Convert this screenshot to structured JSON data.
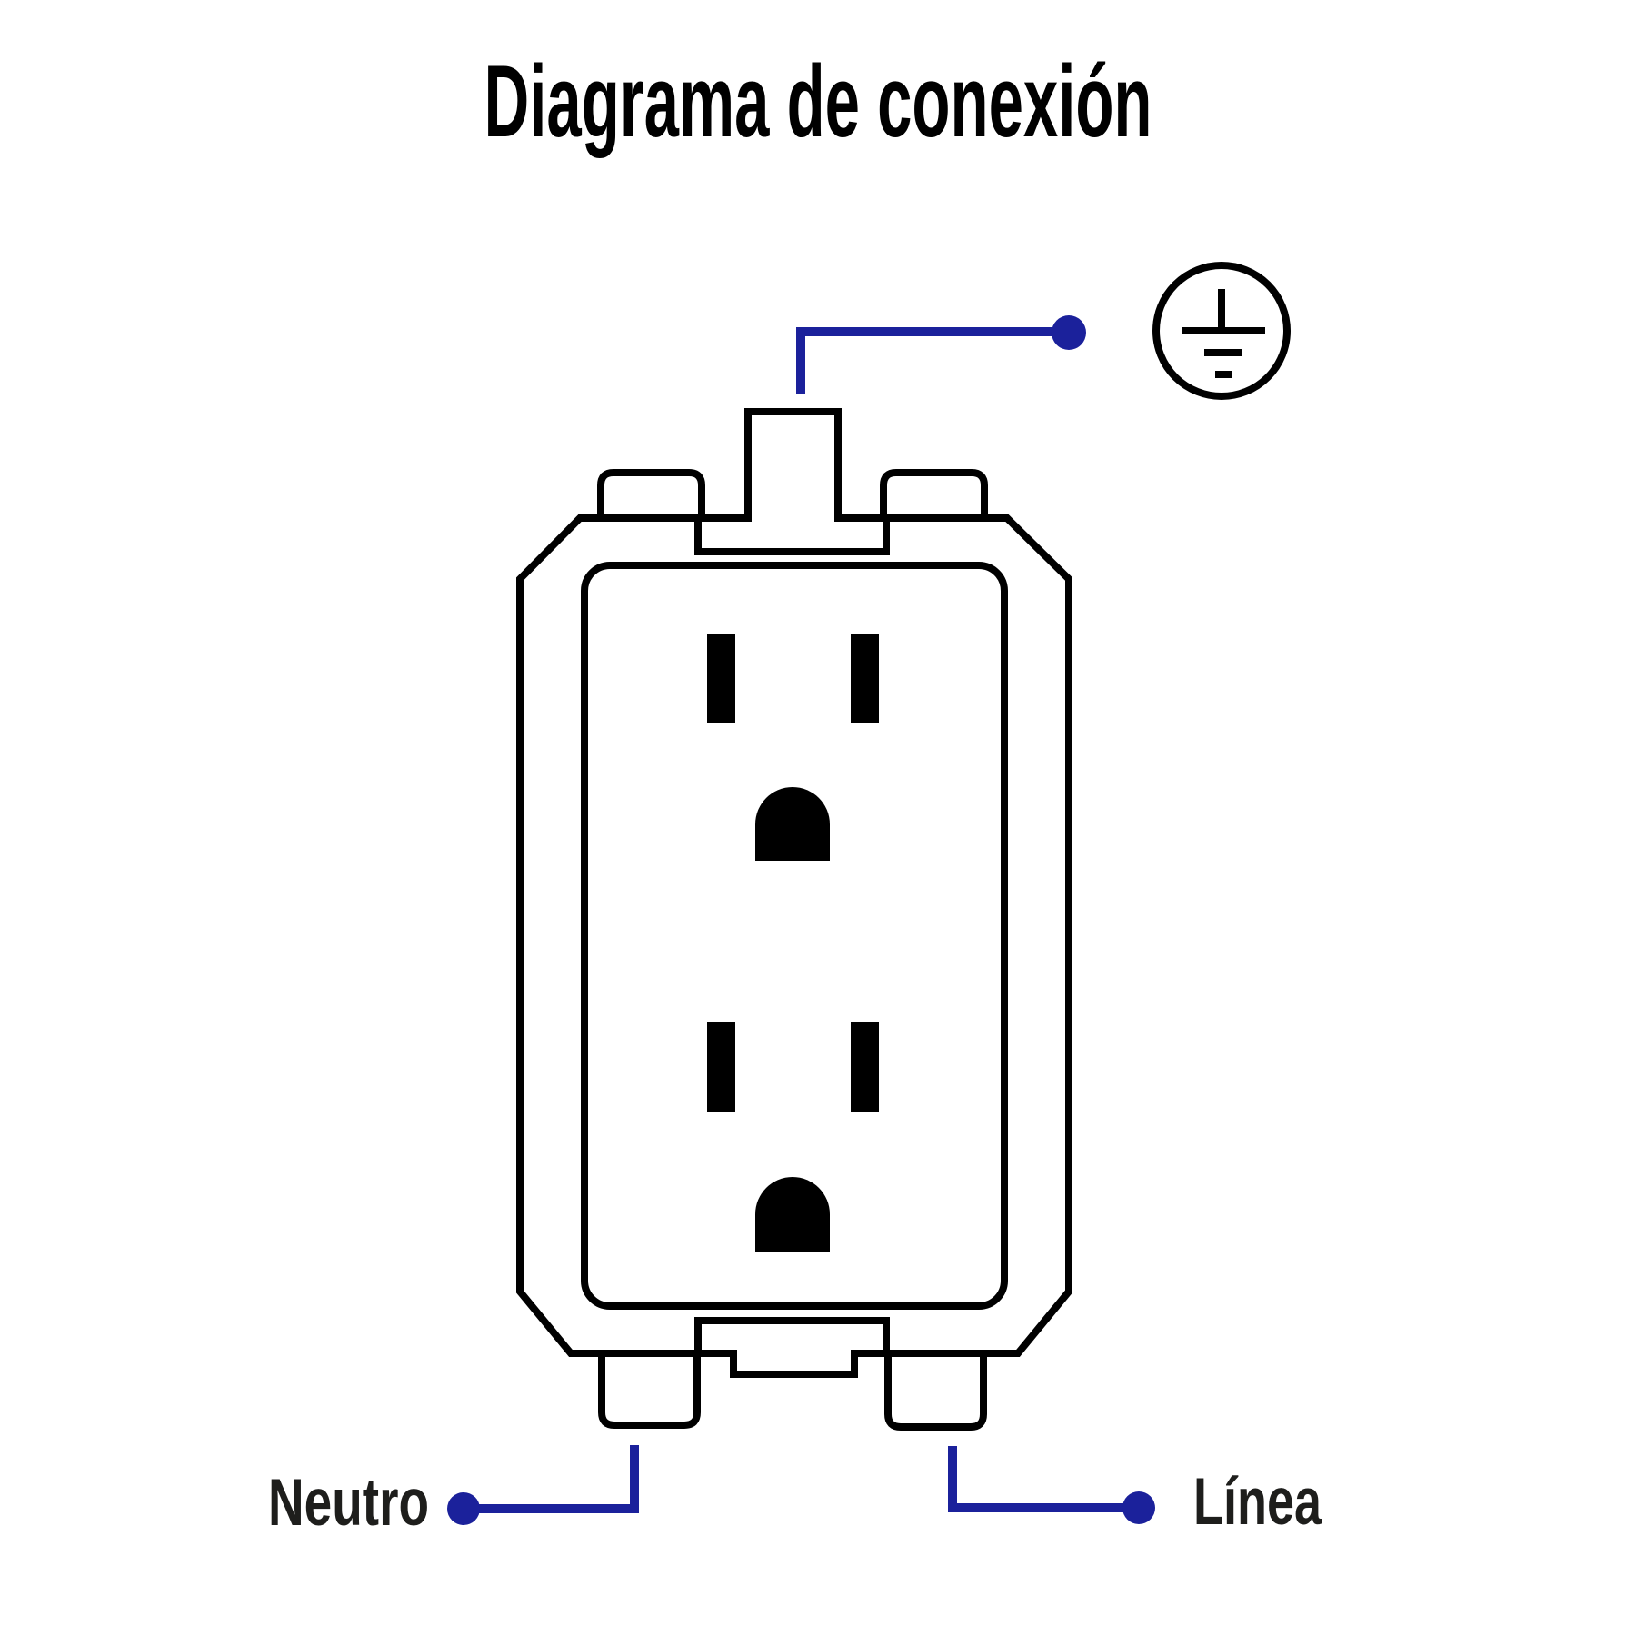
{
  "title": "Diagrama de conexión",
  "wires": {
    "neutral_label": "Neutro",
    "line_label": "Línea"
  },
  "icons": {
    "ground_symbol": "protective-earth-ground-icon",
    "outlet": "duplex-receptacle-outline"
  },
  "colors": {
    "wire-blue": "#1b219b",
    "line-black": "#000000",
    "label-gray": "#1e1e1c",
    "bg": "#ffffff"
  }
}
